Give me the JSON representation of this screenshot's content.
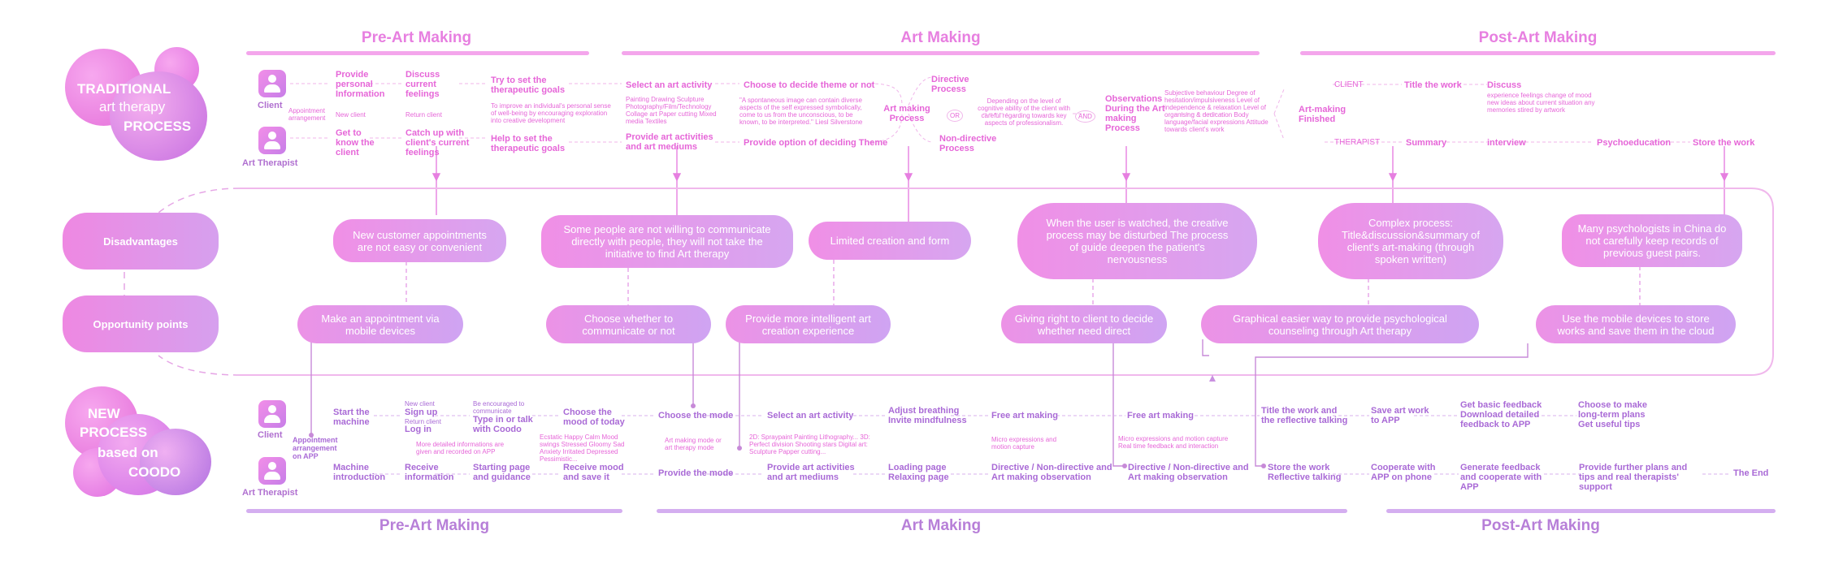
{
  "sections": {
    "top": [
      "Pre-Art Making",
      "Art Making",
      "Post-Art Making"
    ],
    "bottom": [
      "Pre-Art Making",
      "Art Making",
      "Post-Art Making"
    ]
  },
  "traditional": {
    "line1": "TRADITIONAL",
    "line2": "art therapy",
    "line3": "PROCESS"
  },
  "newprocess": {
    "line1": "NEW",
    "line2": "PROCESS",
    "line3": "based on",
    "line4": "COODO"
  },
  "roles": {
    "client": "Client",
    "therapist": "Art Therapist"
  },
  "row_labels": {
    "disadvantages": "Disadvantages",
    "opportunity": "Opportunity points"
  },
  "top_flow": {
    "appointment_arrangement": "Appointment arrangement",
    "provide_info": "Provide personal Information",
    "new_client": "New client",
    "get_to_know": "Get to know the client",
    "discuss_feelings": "Discuss current feelings",
    "return_client": "Return client",
    "catch_up": "Catch up with client's current feelings",
    "try_goals": "Try to set the therapeutic goals",
    "goals_desc": "To improve an individual's personal sense of well-being by encouraging exploration into creative development",
    "help_goals": "Help to set the therapeutic goals",
    "select_activity": "Select an art activity",
    "activity_list": "Painting   Drawing   Sculpture  Photography/Film/Technology  Collage art    Paper cutting  Mixed media    Textiles",
    "provide_activities": "Provide art activities and art mediums",
    "choose_theme": "Choose to decide theme or not",
    "theme_quote": "\"A spontaneous image can contain diverse aspects of the self expressed symbolically, come to us from the unconscious, to be known, to be interpreted.\" Liesl Silverstone",
    "provide_theme": "Provide option of deciding Theme",
    "art_making_process": "Art making Process",
    "directive": "Directive Process",
    "or": "OR",
    "non_directive": "Non-directive Process",
    "level_desc": "Depending on the level of cognitive ability of the client with careful regarding towards key aspects of professionalism.",
    "and": "AND",
    "observations": "Observations During the Art making Process",
    "obs_list": "Subjective behaviour  Degree of hesitation/impulsiveness  Level of independence & relaxation  Level of organising & dedication  Body language/facial expressions  Attitude towards client's work",
    "finished": "Art-making Finished",
    "client_tag": "CLIENT",
    "title_work": "Title the work",
    "discuss": "Discuss",
    "discuss_list": "experience  feelings  change of mood  new ideas about current situation  any memories stired by artwork",
    "therapist_tag": "THERAPIST",
    "summary": "Summary",
    "interview": "interview",
    "psychoeducation": "Psychoeducation",
    "store_work": "Store the work"
  },
  "disadvantages": [
    "New customer appointments are not easy or convenient",
    "Some people are not willing to communicate directly with people, they will not take the initiative to find Art therapy",
    "Limited creation and form",
    "When the user is watched, the creative process may be disturbed The process of guide  deepen the patient's nervousness",
    "Complex process: Title&discussion&summary of client's art-making (through spoken written)",
    "Many psychologists in China do not carefully keep records of previous guest pairs."
  ],
  "opportunities": [
    "Make an appointment via mobile devices",
    "Choose whether to communicate or not",
    "Provide more intelligent art creation experience",
    "Giving right to client to decide whether need direct",
    "Graphical easier way to provide psychological counseling through Art therapy",
    "Use the mobile devices to store works and save them in the cloud"
  ],
  "bottom_flow": {
    "appointment": "Appointment arrangement on APP",
    "start_machine": "Start the machine",
    "machine_intro": "Machine introduction",
    "new_client": "New client",
    "sign_up": "Sign up",
    "return_client": "Return client",
    "log_in": "Log in",
    "more_info": "More detailed informations are given and recorded on APP",
    "receive_info": "Receive information",
    "encouraged": "Be encouraged to communicate",
    "type_talk": "Type in or talk with Coodo",
    "starting_page": "Starting page and guidance",
    "choose_mood": "Choose the mood of today",
    "mood_list": "Ecstatic Happy Calm Mood swings  Stressed Gloomy Sad Anxiety  Irritated Depressed Pessimistic...",
    "receive_mood": "Receive mood and save it",
    "choose_mode": "Choose the mode",
    "mode_desc": "Art making mode or art therapy mode",
    "provide_mode": "Provide the mode",
    "select_activity": "Select an art activity",
    "activity_list": "2D: Spraypaint Painting Lithography...  3D: Perfect division Shooting stars  Digital art: Sculpture Papper cutting...",
    "provide_activities": "Provide art activities and art mediums",
    "adjust": "Adjust breathing Invite mindfulness",
    "loading": "Loading page Relaxing page",
    "free_art": "Free art making",
    "micro": "Micro expressions and motion capture",
    "directive_obs": "Directive / Non-directive and Art making observation",
    "free_art2": "Free art making",
    "micro2": "Micro expressions and motion capture Real time feedback and interaction",
    "directive_obs2": "Directive / Non-directive and Art making observation",
    "title_reflect": "Title the work and the reflective talking",
    "store_reflect": "Store the work Reflective talking",
    "save_app": "Save art work to APP",
    "cooperate": "Cooperate with APP on phone",
    "basic_feedback": "Get basic feedback Download detailed feedback to APP",
    "generate": "Generate feedback and cooperate with APP",
    "long_term": "Choose to make long-term plans Get useful tips",
    "further": "Provide further plans and tips and real therapists' support",
    "the_end": "The End"
  }
}
